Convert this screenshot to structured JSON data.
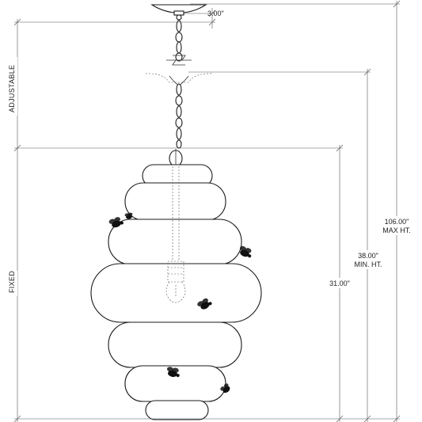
{
  "labels": {
    "canopy_dim": "3.00\"",
    "max_height_value": "106.00\"",
    "max_height_label": "MAX HT.",
    "min_height_value": "38.00\"",
    "min_height_label": "MIN. HT.",
    "fixed_value": "31.00\"",
    "adjustable": "ADJUSTABLE",
    "fixed": "FIXED"
  },
  "colors": {
    "line": "#333333",
    "outline": "#1a1a1a",
    "bee": "#111111"
  }
}
